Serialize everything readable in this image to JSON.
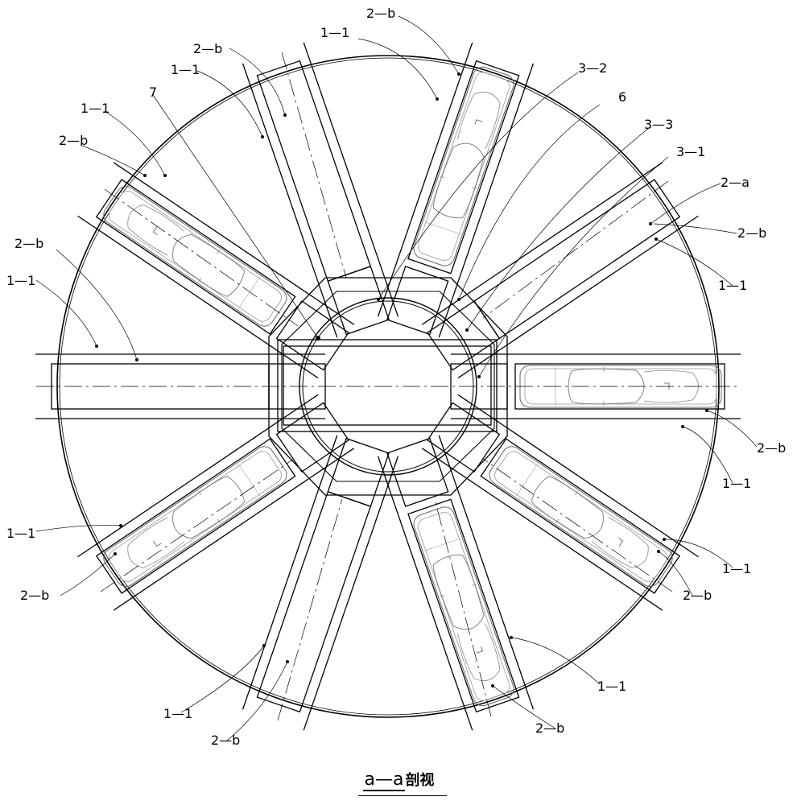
{
  "caption": {
    "main": "a—a",
    "suffix": "剖视"
  },
  "labels": [
    {
      "id": "lbl-2b-top",
      "text": "2—b"
    },
    {
      "id": "lbl-11-top",
      "text": "1—1"
    },
    {
      "id": "lbl-32",
      "text": "3—2"
    },
    {
      "id": "lbl-6",
      "text": "6"
    },
    {
      "id": "lbl-33",
      "text": "3—3"
    },
    {
      "id": "lbl-31",
      "text": "3—1"
    },
    {
      "id": "lbl-2a",
      "text": "2—a"
    },
    {
      "id": "lbl-2b-right1",
      "text": "2—b"
    },
    {
      "id": "lbl-11-right1",
      "text": "1—1"
    },
    {
      "id": "lbl-2b-right2",
      "text": "2—b"
    },
    {
      "id": "lbl-11-right2",
      "text": "1—1"
    },
    {
      "id": "lbl-11-right3",
      "text": "1—1"
    },
    {
      "id": "lbl-2b-right3",
      "text": "2—b"
    },
    {
      "id": "lbl-11-bottomright",
      "text": "1—1"
    },
    {
      "id": "lbl-2b-bottomright",
      "text": "2—b"
    },
    {
      "id": "lbl-2b-bottom",
      "text": "2—b"
    },
    {
      "id": "lbl-11-bottom",
      "text": "1—1"
    },
    {
      "id": "lbl-2b-left-low",
      "text": "2—b"
    },
    {
      "id": "lbl-11-left-low",
      "text": "1—1"
    },
    {
      "id": "lbl-11-left",
      "text": "1—1"
    },
    {
      "id": "lbl-2b-left",
      "text": "2—b"
    },
    {
      "id": "lbl-2b-upperleft",
      "text": "2—b"
    },
    {
      "id": "lbl-11-upperleft",
      "text": "1—1"
    },
    {
      "id": "lbl-7",
      "text": "7"
    },
    {
      "id": "lbl-11-topleft",
      "text": "1—1"
    },
    {
      "id": "lbl-2b-topleft",
      "text": "2—b"
    }
  ]
}
